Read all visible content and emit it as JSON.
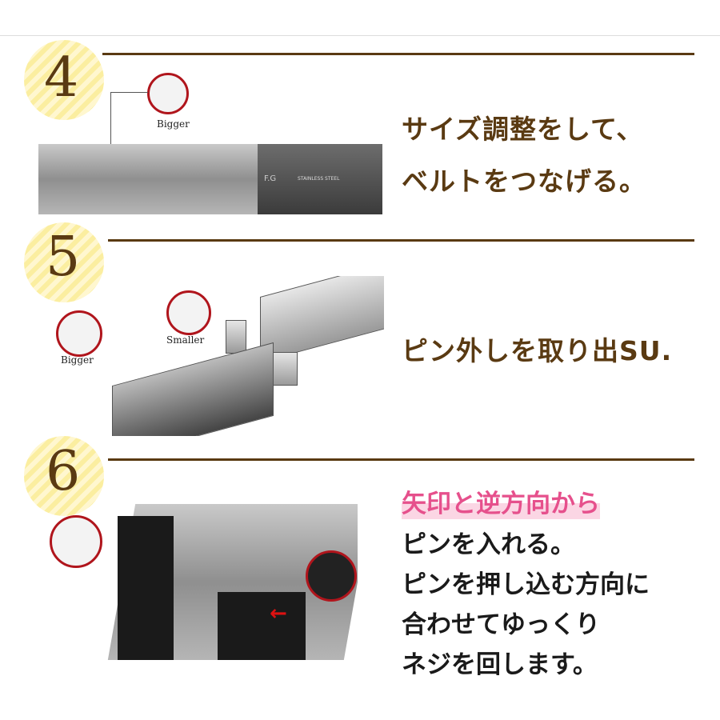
{
  "steps": [
    {
      "number": "4",
      "labels": {
        "bigger": "Bigger",
        "clasp_mark": "F.G",
        "clasp_text": "STAINLESS STEEL"
      },
      "text": [
        "サイズ調整をして、",
        "ベルトをつなげる。"
      ]
    },
    {
      "number": "5",
      "labels": {
        "bigger": "Bigger",
        "smaller": "Smaller"
      },
      "text": [
        "ピン外しを取り出SU."
      ]
    },
    {
      "number": "6",
      "highlight": "矢印と逆方向から",
      "text": [
        "ピンを入れる。",
        "ピンを押し込む方向に",
        "合わせてゆっくり",
        "ネジを回します。"
      ]
    }
  ],
  "colors": {
    "brown": "#5a3a12",
    "pink": "#e6508c",
    "red": "#b0151c"
  }
}
